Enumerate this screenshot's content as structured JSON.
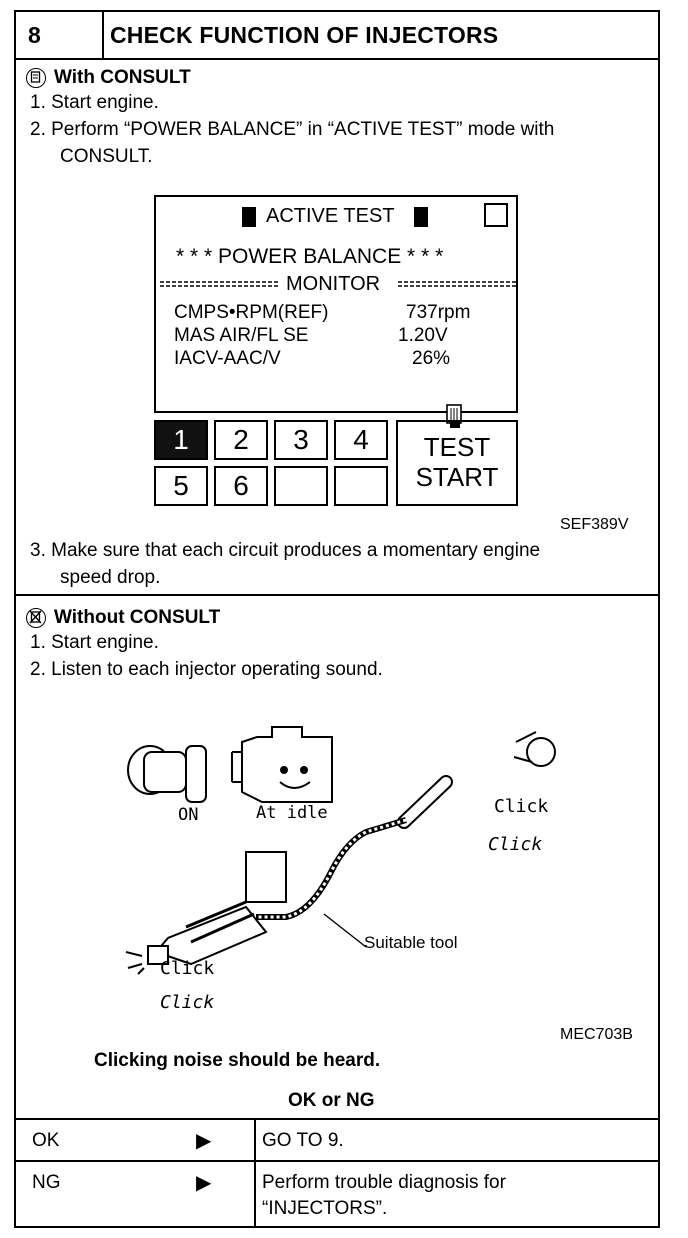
{
  "header": {
    "step_number": "8",
    "title": "CHECK FUNCTION OF INJECTORS"
  },
  "with_consult": {
    "heading": "With CONSULT",
    "steps": [
      "1.  Start engine.",
      "2.  Perform “POWER BALANCE” in “ACTIVE TEST” mode with",
      "CONSULT."
    ],
    "screen": {
      "title": "ACTIVE TEST",
      "subtitle": "* * *  POWER BALANCE  * * *",
      "monitor": "MONITOR",
      "rows": [
        {
          "label": "CMPS•RPM(REF)",
          "value": "737rpm"
        },
        {
          "label": "MAS AIR/FL SE",
          "value": "1.20V"
        },
        {
          "label": "IACV-AAC/V",
          "value": "26%"
        }
      ],
      "keys": [
        "1",
        "2",
        "3",
        "4",
        "5",
        "6",
        "",
        ""
      ],
      "test_button": [
        "TEST",
        "START"
      ]
    },
    "figure_code": "SEF389V",
    "step3": [
      "3.  Make sure that each circuit produces a momentary engine",
      "speed drop."
    ]
  },
  "without_consult": {
    "heading": "Without CONSULT",
    "steps": [
      "1.  Start engine.",
      "2.  Listen to each injector operating sound."
    ],
    "illustration": {
      "switch_label": "ON",
      "idle_label": "At idle",
      "click_labels": [
        "Click",
        "Click",
        "Click",
        "Click"
      ],
      "tool_label": "Suitable tool"
    },
    "figure_code": "MEC703B",
    "note": "Clicking noise should be heard."
  },
  "result": {
    "heading": "OK or NG",
    "rows": [
      {
        "key": "OK",
        "arrow": "▶",
        "action": [
          "GO TO 9."
        ]
      },
      {
        "key": "NG",
        "arrow": "▶",
        "action": [
          "Perform trouble diagnosis for",
          "“INJECTORS”."
        ]
      }
    ]
  }
}
